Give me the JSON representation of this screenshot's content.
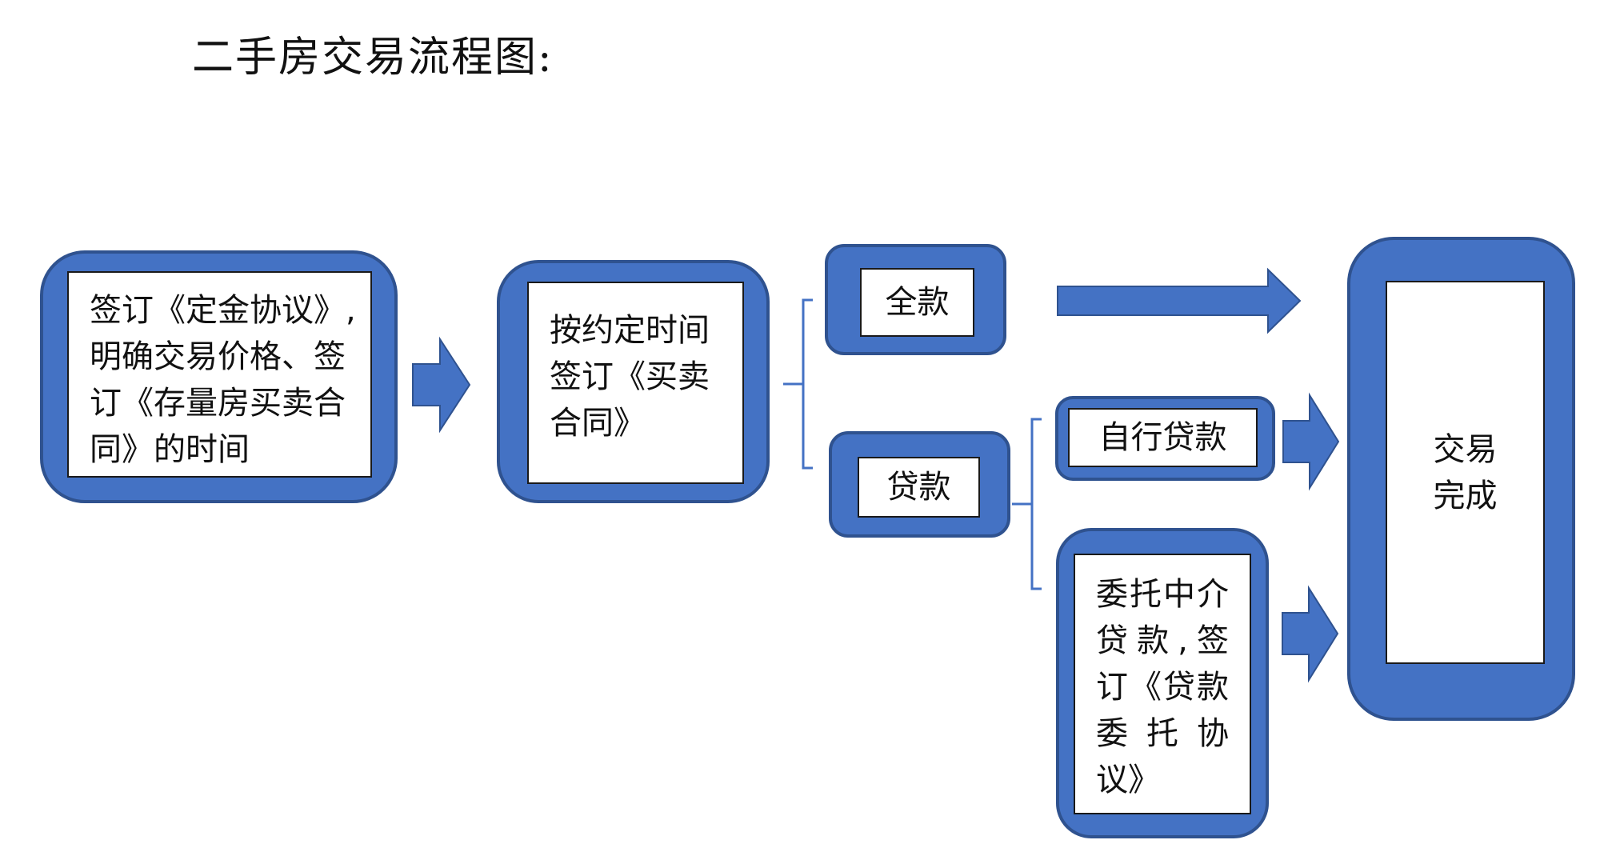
{
  "title": "二手房交易流程图:",
  "colors": {
    "box_fill": "#4472c4",
    "box_border": "#2f528f",
    "connector": "#4472c4"
  },
  "nodes": {
    "step1": {
      "lines": [
        "签订《定金协议》,",
        "明确交易价格、签",
        "订《存量房买卖合",
        "同》的时间"
      ]
    },
    "step2": {
      "lines": [
        "按约定时间",
        "签订《买卖",
        "合同》"
      ]
    },
    "full_payment": {
      "label": "全款"
    },
    "loan": {
      "label": "贷款"
    },
    "self_loan": {
      "label": "自行贷款"
    },
    "agency_loan": {
      "lines": [
        "委托中介",
        "贷款,签",
        "订《贷款",
        "委 托 协",
        "议》"
      ]
    },
    "complete": {
      "lines": [
        "交易",
        "完成"
      ]
    }
  },
  "arrows": [
    {
      "from": "step1",
      "to": "step2"
    },
    {
      "from": "full_payment",
      "to": "complete"
    },
    {
      "from": "self_loan",
      "to": "complete"
    },
    {
      "from": "agency_loan",
      "to": "complete"
    }
  ],
  "branches": [
    {
      "from": "step2",
      "to": [
        "full_payment",
        "loan"
      ]
    },
    {
      "from": "loan",
      "to": [
        "self_loan",
        "agency_loan"
      ]
    }
  ]
}
